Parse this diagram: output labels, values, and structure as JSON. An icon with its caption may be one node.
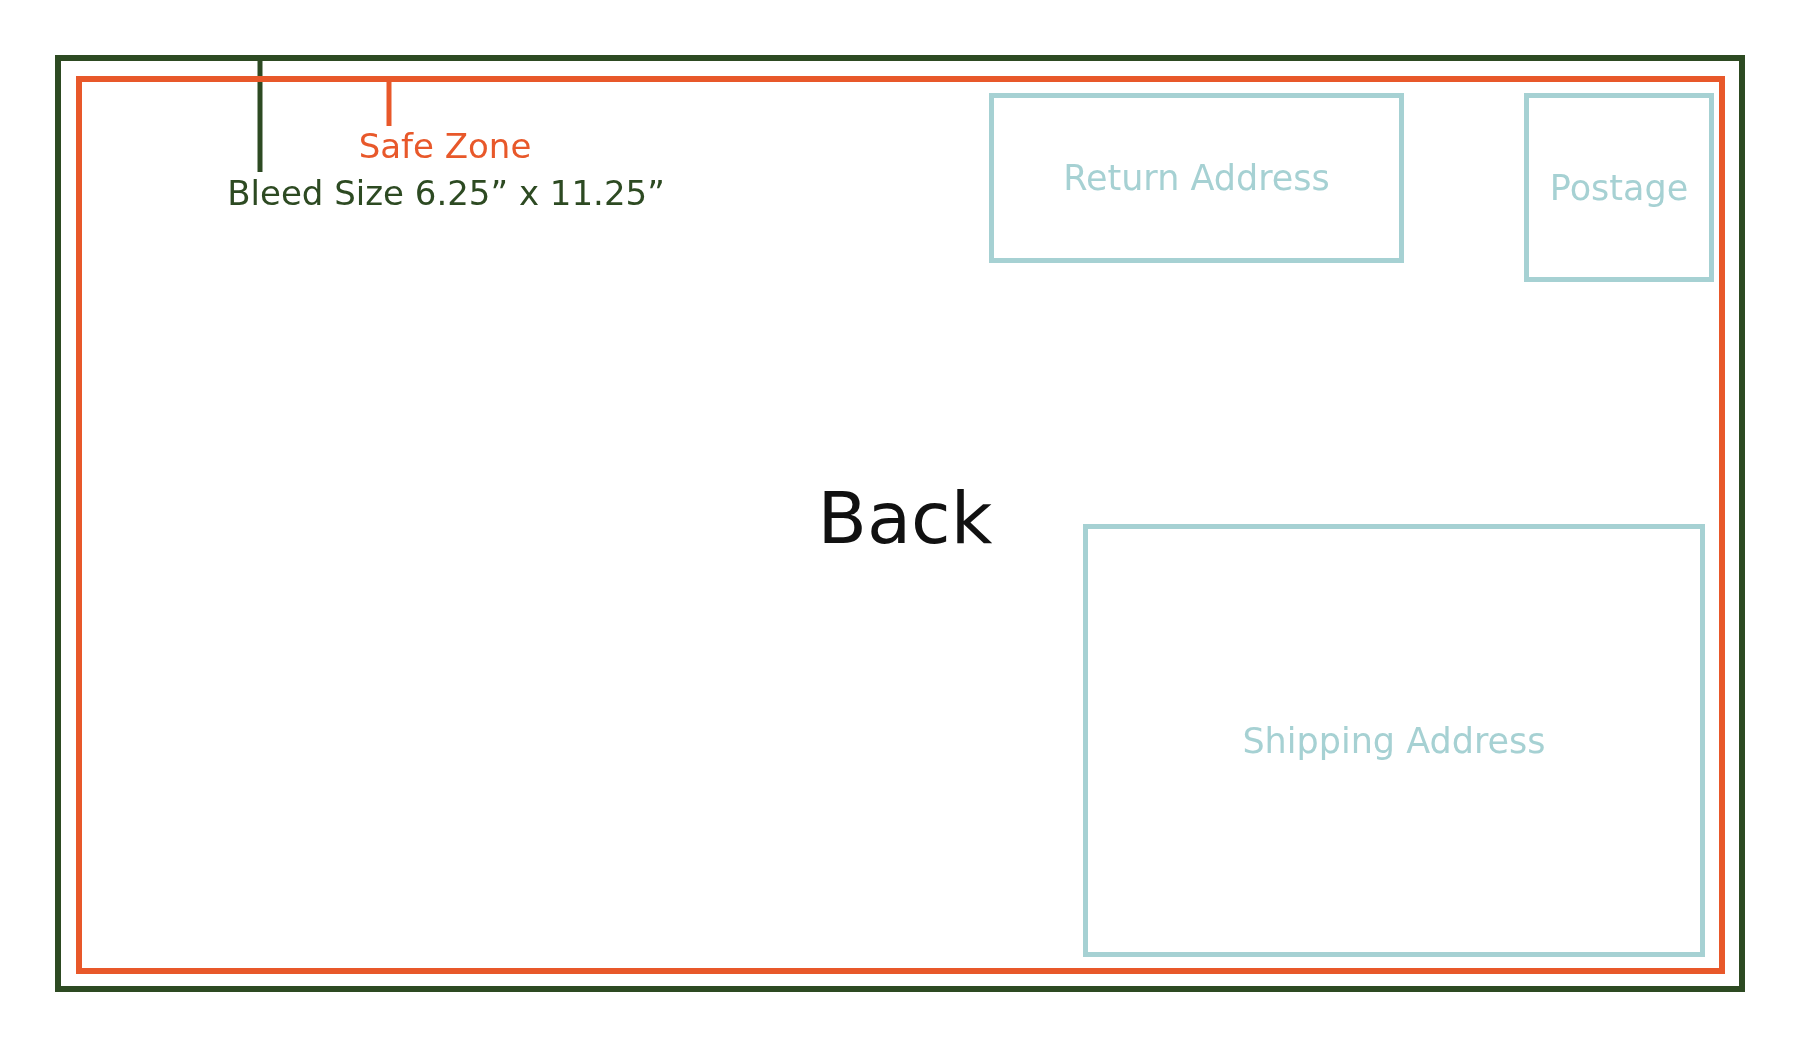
{
  "diagram": {
    "nodes": [
      {
        "text": [],
        "shape": "box"
      },
      {
        "text": [],
        "shape": "box",
        "in": 0
      },
      {
        "text": [
          "Safe Zone"
        ],
        "in": 1
      },
      {
        "text": [
          "Bleed Size 6.25” x 11.25”"
        ],
        "in": 1
      },
      {
        "text": [
          "Return Address"
        ],
        "in": 1
      },
      {
        "text": [
          "Postage"
        ],
        "in": 1
      },
      {
        "text": [
          "Shipping Address"
        ],
        "in": 1
      }
    ],
    "edges": [
      {
        "from": 2,
        "to": 1,
        "arrow": "none",
        "color": "#e8582a"
      },
      {
        "from": 3,
        "to": 0,
        "arrow": "none",
        "color": "#2d4a22"
      }
    ],
    "labels": [
      "Back"
    ]
  }
}
